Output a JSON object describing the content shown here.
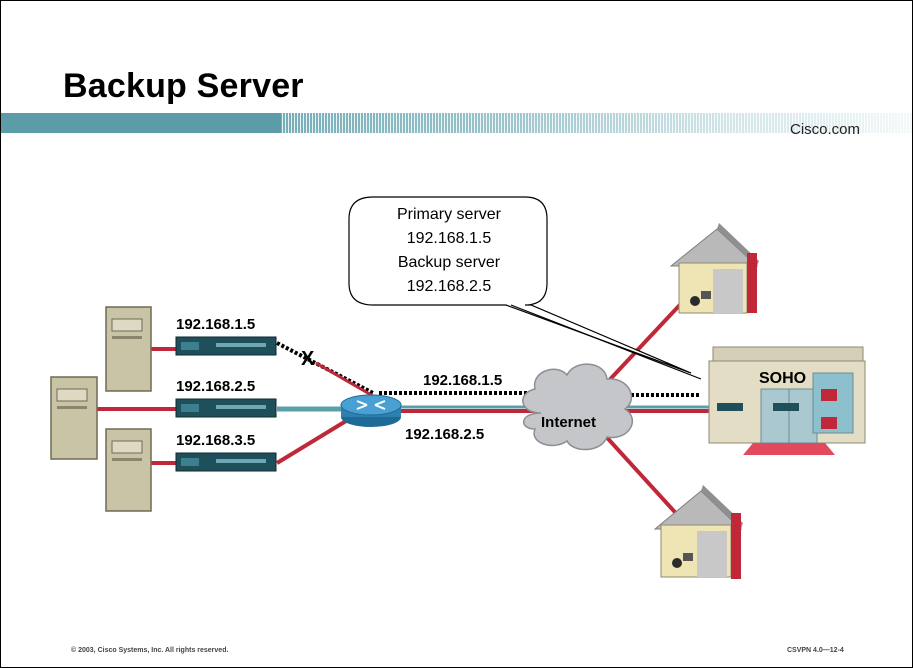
{
  "slide": {
    "title": "Backup Server",
    "brand": "Cisco.com",
    "copyright": "© 2003, Cisco Systems, Inc. All rights reserved.",
    "course_code": "CSVPN 4.0—12-4"
  },
  "diagram": {
    "callout_lines": [
      "Primary server",
      "192.168.1.5",
      "Backup server",
      "192.168.2.5"
    ],
    "concentrators": [
      {
        "address": "192.168.1.5"
      },
      {
        "address": "192.168.2.5"
      },
      {
        "address": "192.168.3.5"
      }
    ],
    "failed_link_mark": "X",
    "tunnel_primary_label": "192.168.1.5",
    "tunnel_backup_label": "192.168.2.5",
    "internet_label": "Internet",
    "soho_label": "SOHO"
  },
  "colors": {
    "link": "#c0283a",
    "tunnel": "#5aa0a8",
    "server": "#c9c4a6",
    "concentrator": "#1f4f5a",
    "router": "#3b8fc0",
    "cloud": "#c4c6c9",
    "title_bar": "#5c9ca9"
  }
}
